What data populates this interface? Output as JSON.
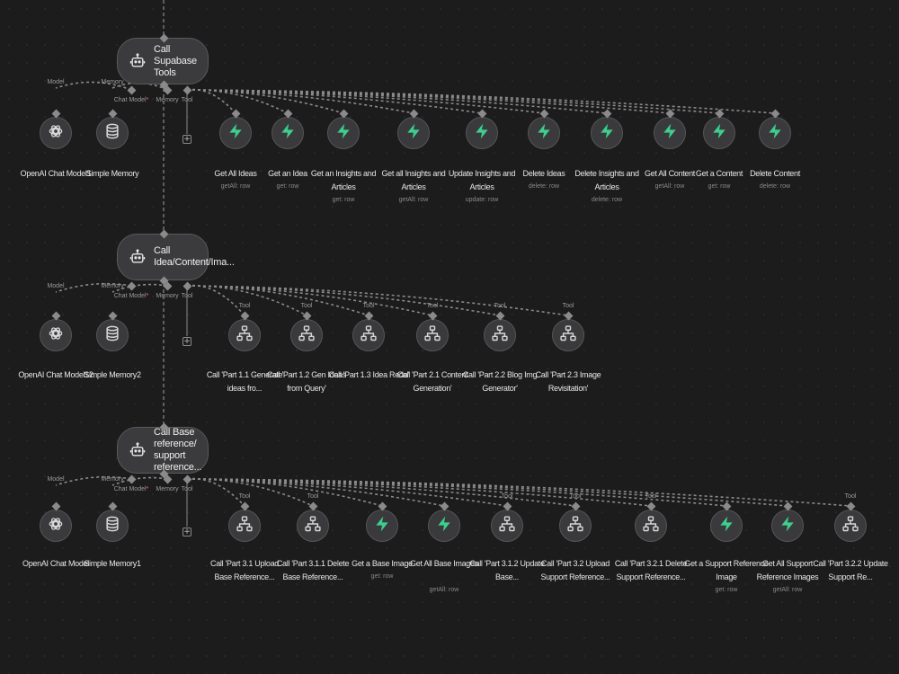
{
  "agents": [
    {
      "title": "Call Supabase Tools",
      "port_labels": {
        "model": "Model",
        "memory": "Memory",
        "tool": "Tool",
        "chat_model": "Chat Model",
        "chat_model_req": "*",
        "memory_sub": "Memory",
        "tool_sub": "Tool"
      },
      "model_node": {
        "title": "OpenAI Chat Model1",
        "icon": "openai-icon"
      },
      "memory_node": {
        "title": "Simple Memory",
        "icon": "database-icon"
      },
      "tools": [
        {
          "title": "Get All Ideas",
          "sub": "getAll: row",
          "icon": "supabase-icon"
        },
        {
          "title": "Get an Idea",
          "sub": "get: row",
          "icon": "supabase-icon"
        },
        {
          "title": "Get an Insights and Articles",
          "sub": "get: row",
          "icon": "supabase-icon"
        },
        {
          "title": "Get all Insights and Articles",
          "sub": "getAll: row",
          "icon": "supabase-icon"
        },
        {
          "title": "Update Insights and Articles",
          "sub": "update: row",
          "icon": "supabase-icon"
        },
        {
          "title": "Delete Ideas",
          "sub": "delete: row",
          "icon": "supabase-icon"
        },
        {
          "title": "Delete Insights and Articles",
          "sub": "delete: row",
          "icon": "supabase-icon"
        },
        {
          "title": "Get All Content",
          "sub": "getAll: row",
          "icon": "supabase-icon"
        },
        {
          "title": "Get a Content",
          "sub": "get: row",
          "icon": "supabase-icon"
        },
        {
          "title": "Delete Content",
          "sub": "delete: row",
          "icon": "supabase-icon"
        }
      ]
    },
    {
      "title": "Call Idea/Content/Ima...",
      "port_labels": {
        "model": "Model",
        "memory": "Memory",
        "tool": "Tool",
        "chat_model": "Chat Model",
        "chat_model_req": "*",
        "memory_sub": "Memory",
        "tool_sub": "Tool"
      },
      "model_node": {
        "title": "OpenAI Chat Model12",
        "icon": "openai-icon"
      },
      "memory_node": {
        "title": "Simple Memory2",
        "icon": "database-icon"
      },
      "tools": [
        {
          "title": "Call 'Part 1.1 Generate ideas fro...",
          "sub": "",
          "icon": "workflow-icon",
          "top_label": "Tool"
        },
        {
          "title": "Call 'Part 1.2 Gen Ideas from Query'",
          "sub": "",
          "icon": "workflow-icon",
          "top_label": "Tool"
        },
        {
          "title": "Call 'Part 1.3 Idea Redo'",
          "sub": "",
          "icon": "workflow-icon",
          "top_label": "Tool"
        },
        {
          "title": "Call 'Part 2.1 Content Generation'",
          "sub": "",
          "icon": "workflow-icon",
          "top_label": "Tool"
        },
        {
          "title": "Call 'Part 2.2 Blog Img Generator'",
          "sub": "",
          "icon": "workflow-icon",
          "top_label": "Tool"
        },
        {
          "title": "Call 'Part 2.3 Image Revisitation'",
          "sub": "",
          "icon": "workflow-icon",
          "top_label": "Tool"
        }
      ]
    },
    {
      "title": "Call Base reference/ support reference...",
      "port_labels": {
        "model": "Model",
        "memory": "Memory",
        "tool": "Tool",
        "chat_model": "Chat Model",
        "chat_model_req": "*",
        "memory_sub": "Memory",
        "tool_sub": "Tool"
      },
      "model_node": {
        "title": "OpenAI Chat Model",
        "icon": "openai-icon"
      },
      "memory_node": {
        "title": "Simple Memory1",
        "icon": "database-icon"
      },
      "tools": [
        {
          "title": "Call 'Part 3.1 Upload Base Reference...",
          "sub": "",
          "icon": "workflow-icon",
          "top_label": "Tool"
        },
        {
          "title": "Call 'Part 3.1.1 Delete Base Reference...",
          "sub": "",
          "icon": "workflow-icon",
          "top_label": "Tool"
        },
        {
          "title": "Get a Base Image",
          "sub": "get: row",
          "icon": "supabase-icon"
        },
        {
          "title": "Get All Base Images",
          "sub": "getAll: row",
          "icon": "supabase-icon"
        },
        {
          "title": "Call 'Part 3.1.2 Update Base...",
          "sub": "",
          "icon": "workflow-icon",
          "top_label": "Tool"
        },
        {
          "title": "Call 'Part 3.2 Upload Support Reference...",
          "sub": "",
          "icon": "workflow-icon",
          "top_label": "Tool"
        },
        {
          "title": "Call 'Part 3.2.1 Delete Support Reference...",
          "sub": "",
          "icon": "workflow-icon",
          "top_label": "Tool"
        },
        {
          "title": "Get a Support Reference Image",
          "sub": "get: row",
          "icon": "supabase-icon"
        },
        {
          "title": "Get All Support Reference Images",
          "sub": "getAll: row",
          "icon": "supabase-icon"
        },
        {
          "title": "Call 'Part 3.2.2 Update Support Re...",
          "sub": "",
          "icon": "workflow-icon",
          "top_label": "Tool"
        }
      ]
    }
  ],
  "colors": {
    "supabase": "#3ecf8e",
    "node_bg": "#3a3a3c",
    "wire": "#8a8a8a",
    "required": "#ff6d6d"
  }
}
